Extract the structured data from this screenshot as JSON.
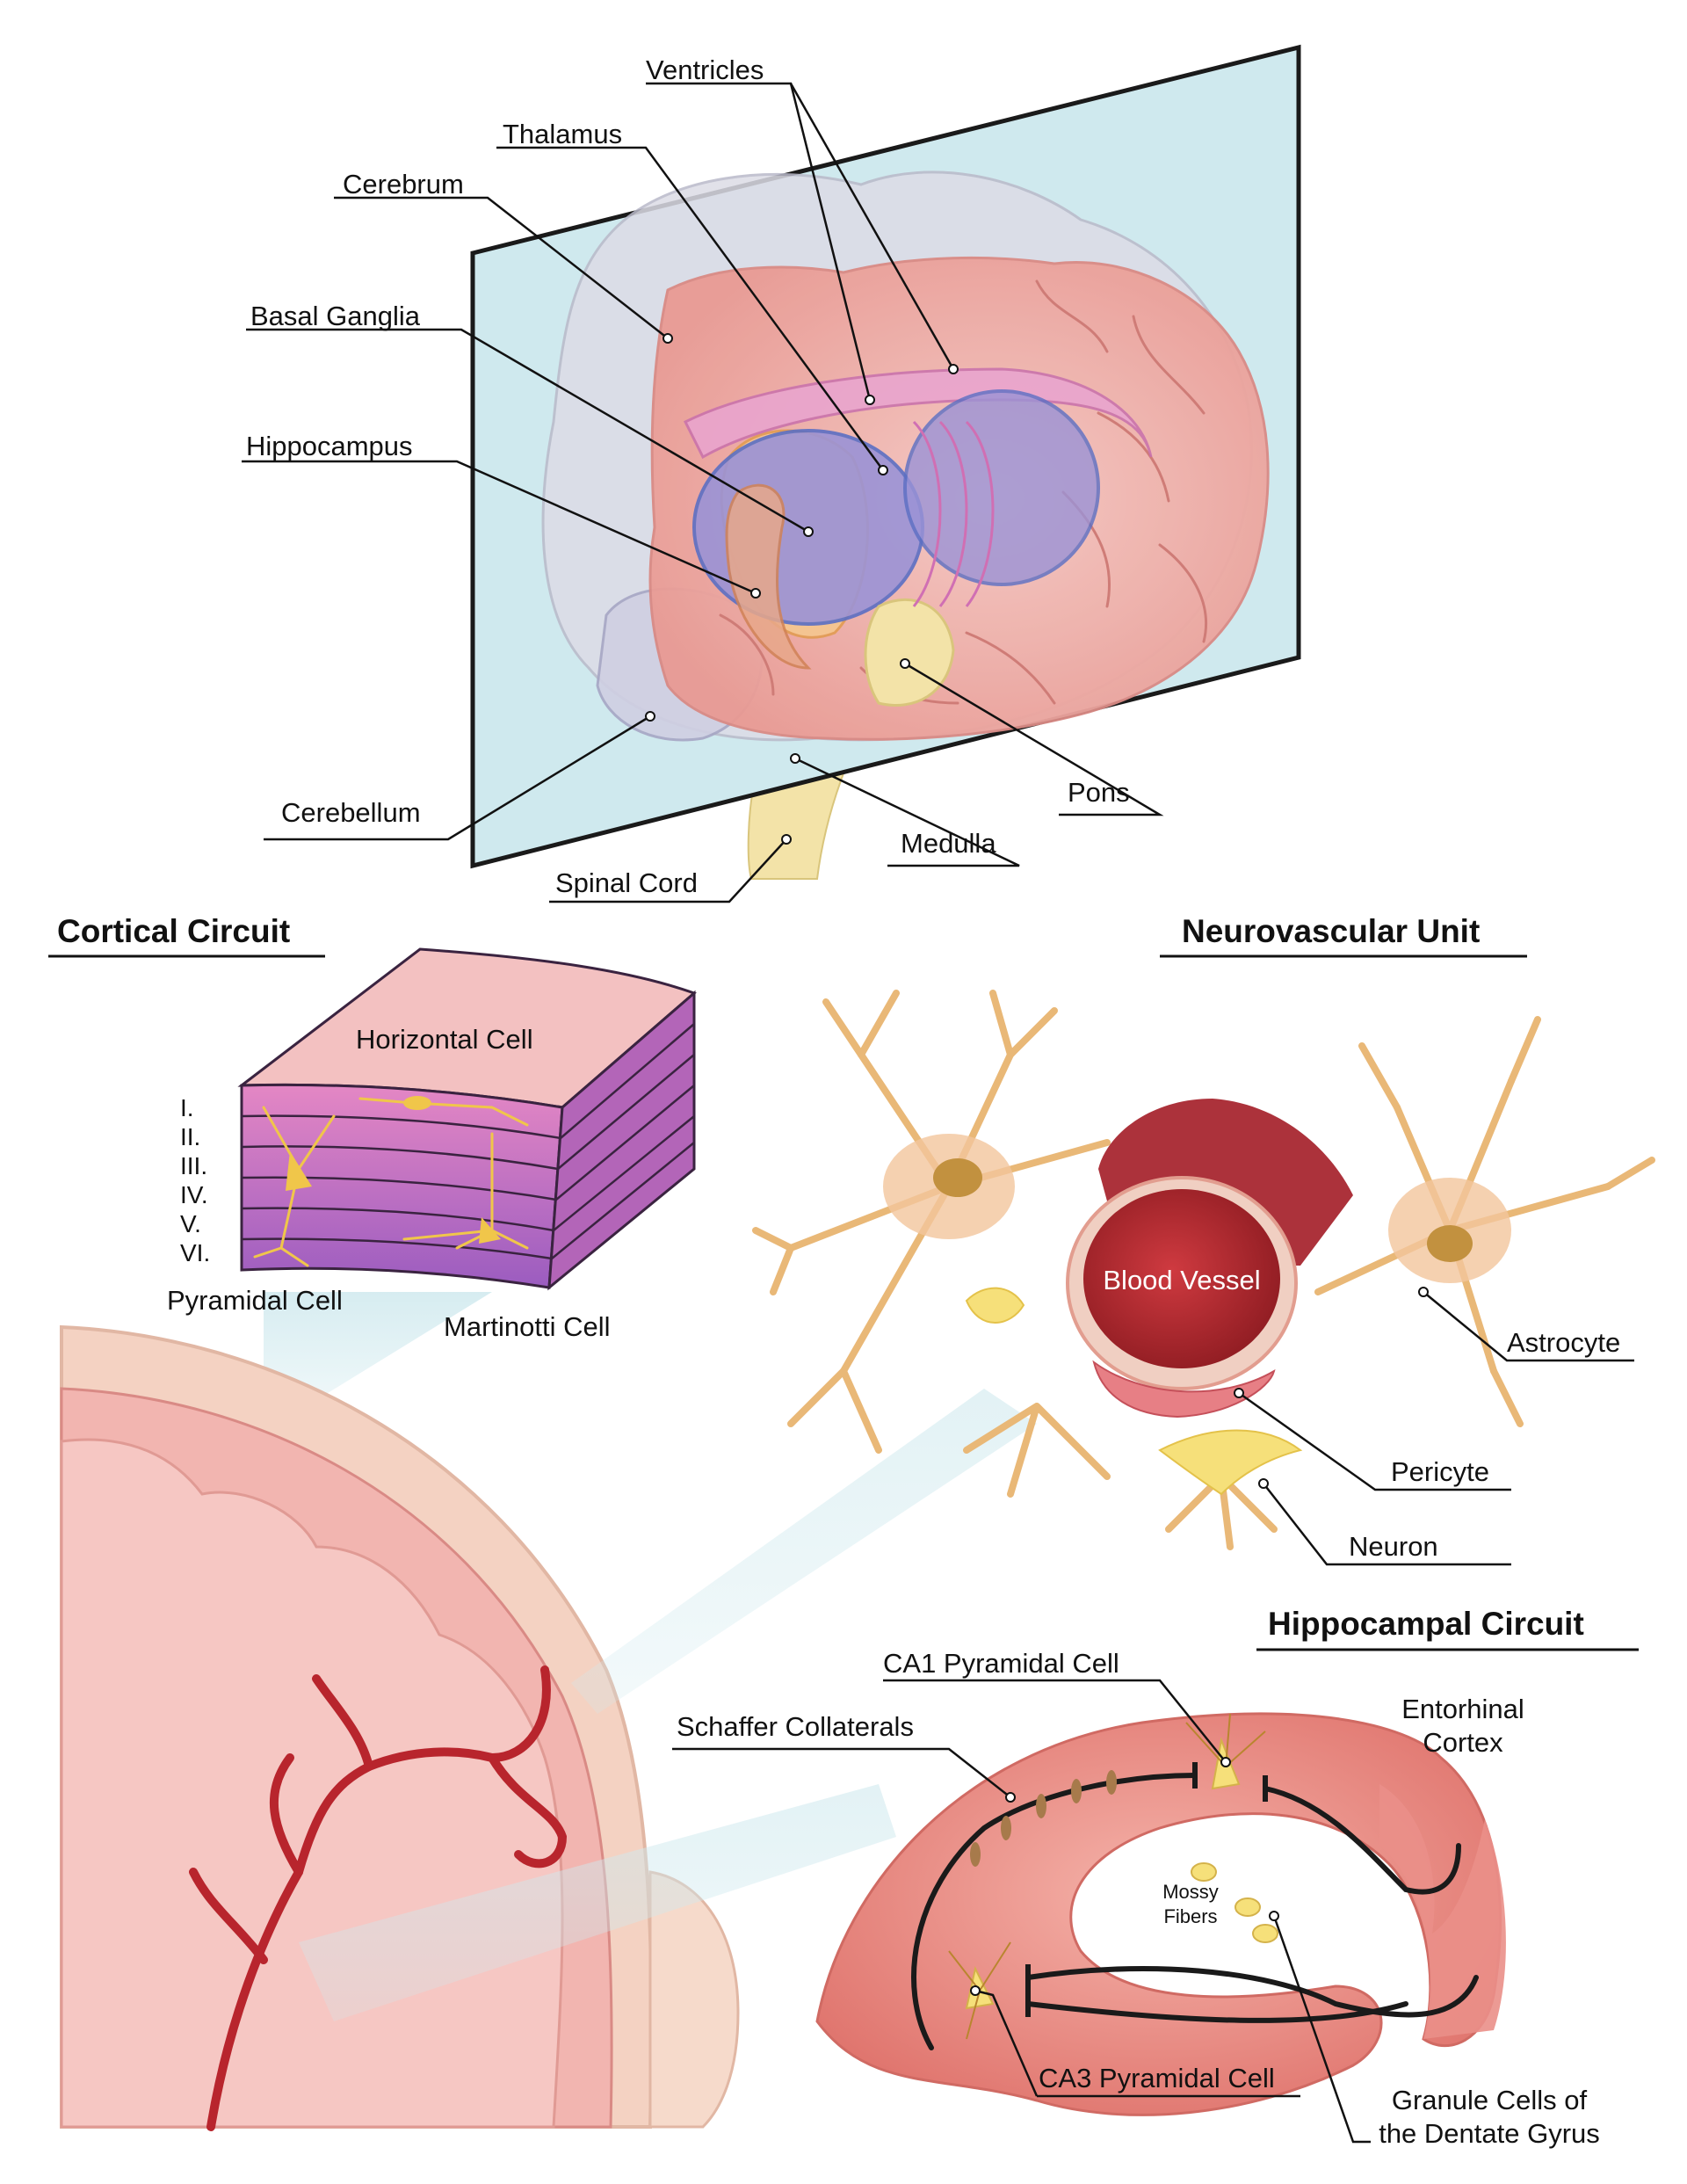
{
  "brain_panel": {
    "labels": {
      "ventricles": "Ventricles",
      "thalamus": "Thalamus",
      "cerebrum": "Cerebrum",
      "basal_ganglia": "Basal Ganglia",
      "hippocampus": "Hippocampus",
      "cerebellum": "Cerebellum",
      "spinal_cord": "Spinal Cord",
      "medulla": "Medulla",
      "pons": "Pons"
    }
  },
  "cortical_circuit": {
    "title": "Cortical Circuit",
    "horizontal_cell": "Horizontal Cell",
    "layers": [
      "I.",
      "II.",
      "III.",
      "IV.",
      "V.",
      "VI."
    ],
    "pyramidal_cell": "Pyramidal Cell",
    "martinotti_cell": "Martinotti Cell"
  },
  "neurovascular_unit": {
    "title": "Neurovascular Unit",
    "blood_vessel": "Blood Vessel",
    "astrocyte": "Astrocyte",
    "pericyte": "Pericyte",
    "neuron": "Neuron"
  },
  "hippocampal_circuit": {
    "title": "Hippocampal Circuit",
    "ca1": "CA1 Pyramidal Cell",
    "schaffer": "Schaffer Collaterals",
    "entorhinal_line1": "Entorhinal",
    "entorhinal_line2": "Cortex",
    "mossy_line1": "Mossy",
    "mossy_line2": "Fibers",
    "ca3": "CA3 Pyramidal Cell",
    "granule_line1": "Granule Cells of",
    "granule_line2": "the Dentate Gyrus"
  },
  "colors": {
    "plane": "#cfe9ee",
    "tissue": "#f2b5b0",
    "ventricle": "#9b93d6",
    "cortex_layers": "#c667b9",
    "cell_yellow": "#f0c64a",
    "astrocyte": "#e9b877",
    "blood_vessel": "#b8252d"
  }
}
